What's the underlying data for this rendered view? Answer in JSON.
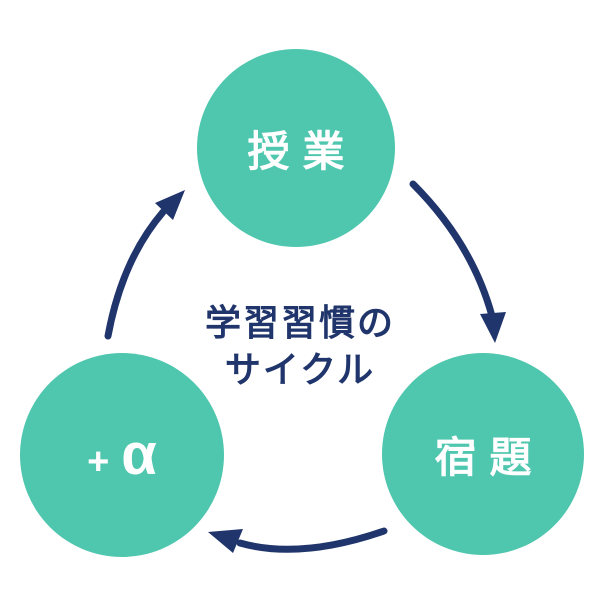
{
  "diagram": {
    "colors": {
      "circle": "#4fc6ae",
      "arrow": "#20356b",
      "label": "#ffffff",
      "background": "#ffffff"
    },
    "center_label": {
      "line1": "学習習慣の",
      "line2": "サイクル"
    },
    "nodes": {
      "class": {
        "label": "授業"
      },
      "homework": {
        "label": "宿題"
      },
      "extra": {
        "plus": "+",
        "alpha": "α"
      }
    }
  }
}
